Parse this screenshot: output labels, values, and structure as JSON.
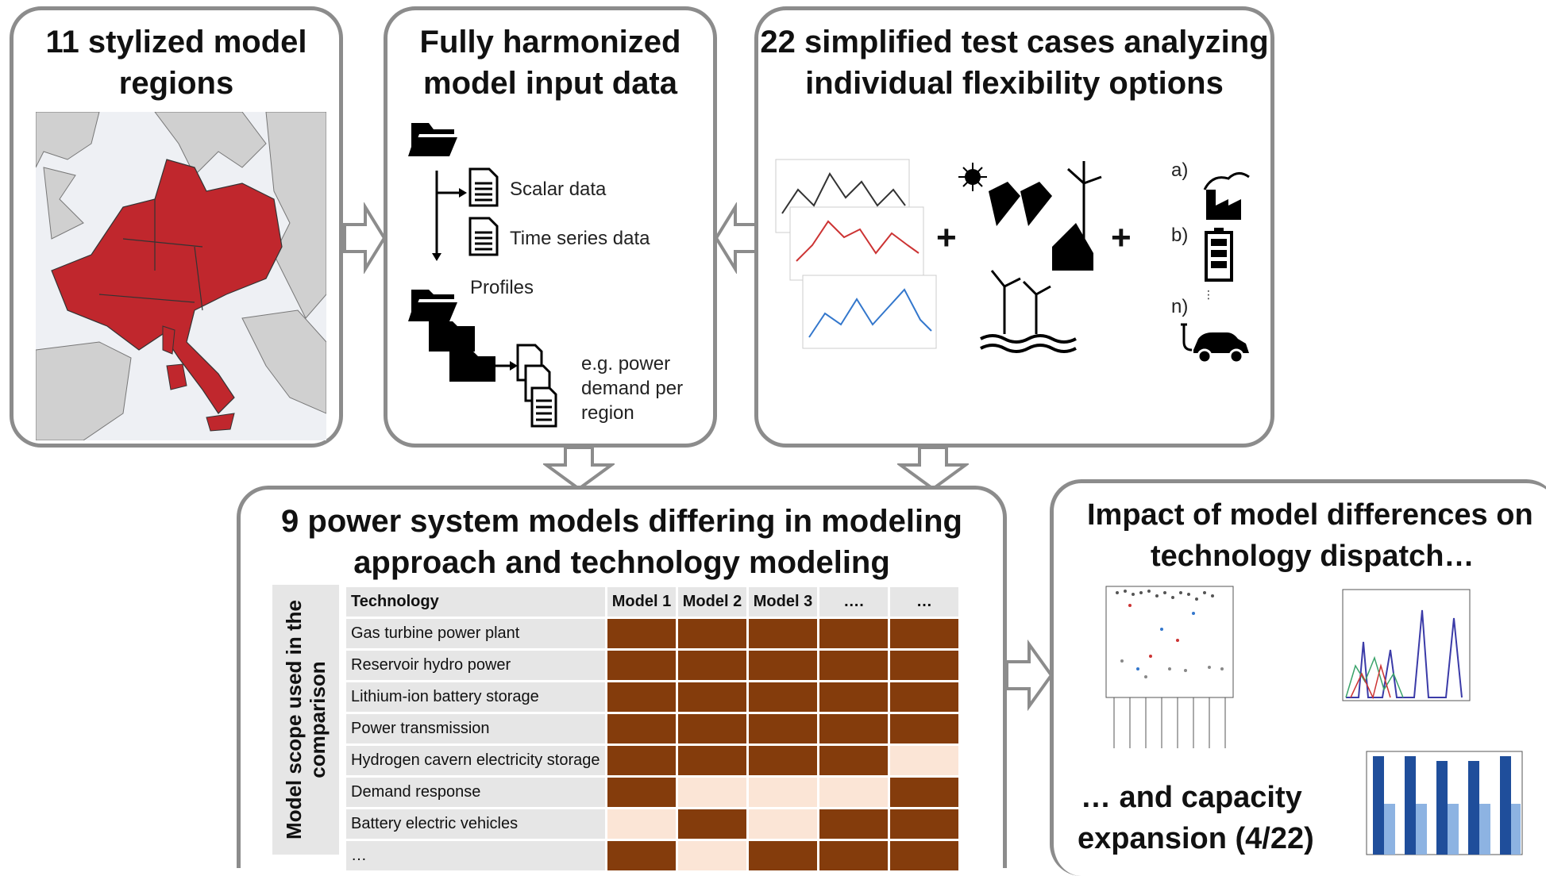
{
  "colors": {
    "border": "#8c8c8c",
    "map_red": "#c0272d",
    "map_grey": "#d0d0d0",
    "matrix_on": "#843c0c",
    "matrix_off": "#fbe5d6",
    "bar_dark": "#1f4e9b",
    "bar_light": "#8db3e2"
  },
  "panels": {
    "regions": {
      "title_line1": "11 stylized model",
      "title_line2": "regions"
    },
    "input": {
      "title_line1": "Fully harmonized",
      "title_line2": "model input data",
      "scalar": "Scalar data",
      "timeseries": "Time series data",
      "profiles": "Profiles",
      "example_line1": "e.g. power",
      "example_line2": "demand per",
      "example_line3": "region"
    },
    "testcases": {
      "title_line1": "22 simplified test cases analyzing",
      "title_line2": "individual flexibility options",
      "opt_a": "a)",
      "opt_b": "b)",
      "opt_n": "n)",
      "plus": "+",
      "dots": "⋮"
    },
    "models": {
      "title_line1": "9 power system models differing in modeling",
      "title_line2": "approach and technology modeling",
      "side_label_line1": "Model scope used in the",
      "side_label_line2": "comparison",
      "header": [
        "Technology",
        "Model 1",
        "Model 2",
        "Model 3",
        "….",
        "…"
      ],
      "rows": [
        {
          "tech": "Gas turbine power plant",
          "cells": [
            1,
            1,
            1,
            1,
            1
          ]
        },
        {
          "tech": "Reservoir hydro power",
          "cells": [
            1,
            1,
            1,
            1,
            1
          ]
        },
        {
          "tech": "Lithium-ion battery storage",
          "cells": [
            1,
            1,
            1,
            1,
            1
          ]
        },
        {
          "tech": "Power transmission",
          "cells": [
            1,
            1,
            1,
            1,
            1
          ]
        },
        {
          "tech": "Hydrogen cavern electricity storage",
          "cells": [
            1,
            1,
            1,
            1,
            0
          ]
        },
        {
          "tech": "Demand response",
          "cells": [
            1,
            0,
            0,
            0,
            1
          ]
        },
        {
          "tech": "Battery electric vehicles",
          "cells": [
            0,
            1,
            0,
            1,
            1
          ]
        },
        {
          "tech": "…",
          "cells": [
            1,
            0,
            1,
            1,
            1
          ]
        }
      ]
    },
    "impact": {
      "title_line1": "Impact of model differences on",
      "title_line2": "technology dispatch…",
      "sub_line1": "… and capacity",
      "sub_line2": "expansion (4/22)"
    }
  }
}
